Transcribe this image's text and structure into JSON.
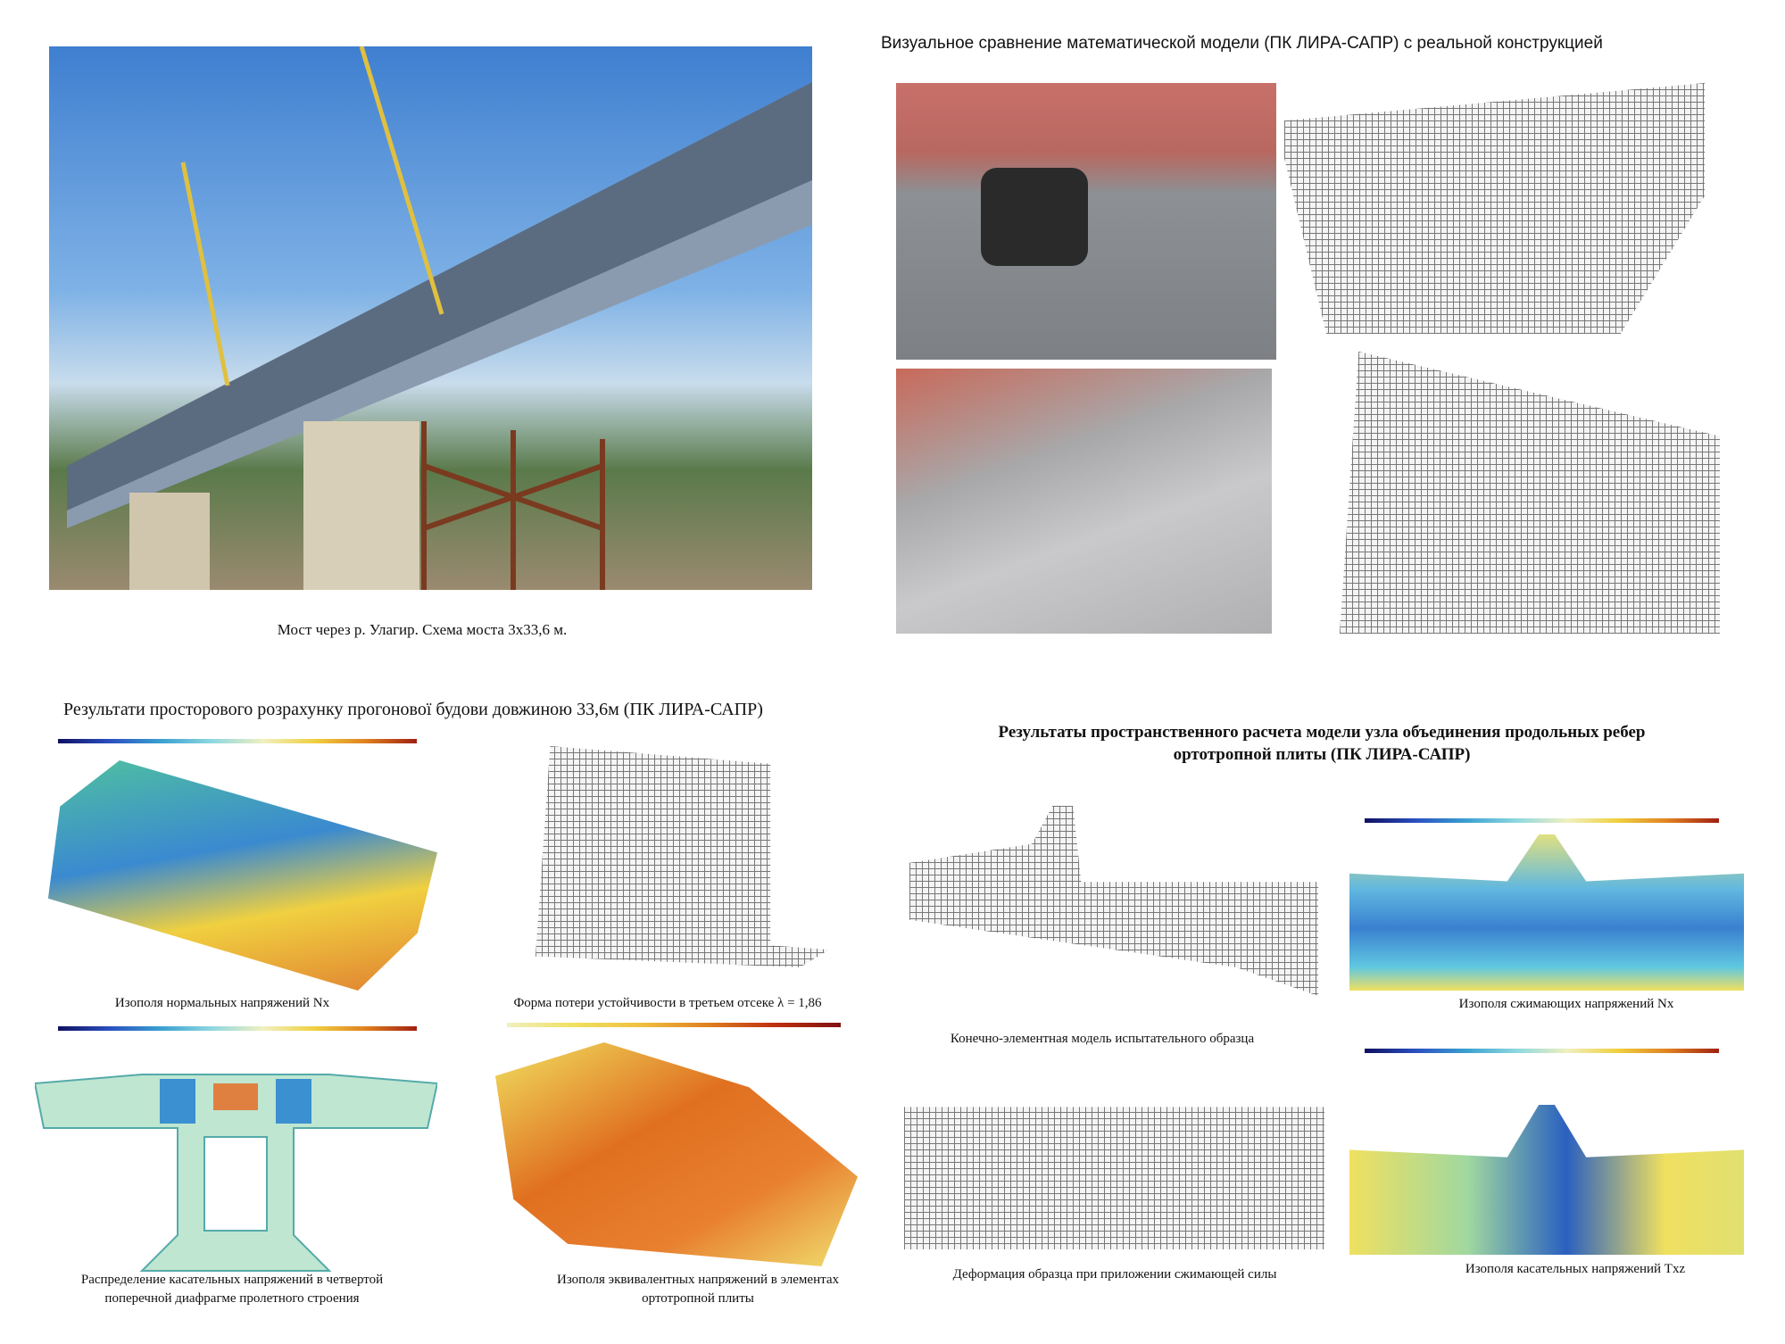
{
  "top_left": {
    "photo": "bridge-photo",
    "caption": "Мост через р. Улагир. Схема моста 3х33,6 м."
  },
  "top_right": {
    "title": "Визуальное сравнение математической модели (ПК ЛИРА-САПР) с реальной конструкцией"
  },
  "bottom_left": {
    "title": "Результати  просторового розрахунку  прогонової будови довжиною 33,6м (ПК ЛИРА-САПР)",
    "captions": [
      "Изополя нормальных напряжений Nx",
      "Форма потери устойчивости в третьем отсеке λ = 1,86",
      "Распределение касательных напряжений в четвертой",
      "поперечной диафрагме пролетного строения",
      "Изополя эквивалентных напряжений в элементах",
      "ортотропной плиты"
    ]
  },
  "bottom_right": {
    "title_line1": "Результаты  пространственного  расчета модели узла объединения продольных ребер",
    "title_line2": "ортотропной  плиты (ПК ЛИРА-САПР)",
    "captions": [
      "Конечно-элементная модель испытательного образца",
      "Изополя сжимающих напряжений Nx",
      "Деформация образца при приложении сжимающей силы",
      "Изополя касательных напряжений Txz"
    ]
  }
}
